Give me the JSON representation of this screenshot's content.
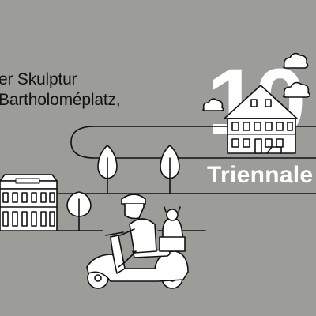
{
  "intro": {
    "line1": "er Skulptur",
    "line2": "Bartholoméplatz,"
  },
  "badge": {
    "number": "10",
    "label": "Triennale"
  },
  "colors": {
    "background": "#9c9c99",
    "line": "#111111",
    "fill": "#ffffff"
  },
  "icons": [
    "cloud-icon",
    "house-illustration",
    "tree-icon",
    "villa-illustration",
    "scooter-riders-illustration"
  ]
}
